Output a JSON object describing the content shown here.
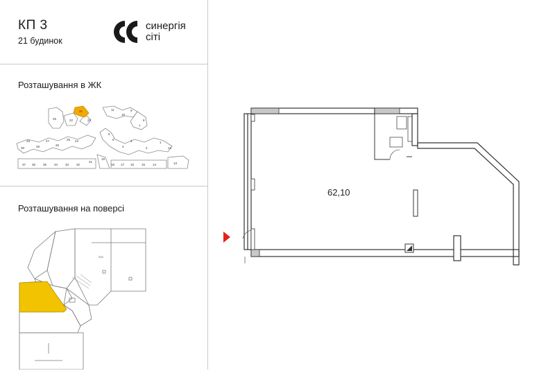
{
  "header": {
    "title": "КП 3",
    "subtitle": "21 будинок",
    "brand_line1": "синергія",
    "brand_line2": "сіті"
  },
  "sections": {
    "complex_location": "Розташування в ЖК",
    "floor_location": "Розташування на поверсі"
  },
  "complex_map": {
    "highlight_color": "#F2A900",
    "highlighted_building": "21",
    "buildings_top": [
      "25",
      "22",
      "21",
      "20",
      "11",
      "10",
      "9",
      "8",
      "7"
    ],
    "buildings_middle": [
      "30",
      "29",
      "28",
      "27",
      "26",
      "25",
      "24",
      "6",
      "5",
      "4",
      "3",
      "2",
      "1",
      "12"
    ],
    "buildings_bottom": [
      "37",
      "36",
      "35",
      "34",
      "33",
      "32",
      "31",
      "19",
      "18",
      "17",
      "16",
      "15",
      "14",
      "13"
    ]
  },
  "floor_map": {
    "highlight_color": "#F2C300",
    "room_label": "333"
  },
  "plan": {
    "area": "62,10",
    "arrow_color": "#E2231A"
  }
}
